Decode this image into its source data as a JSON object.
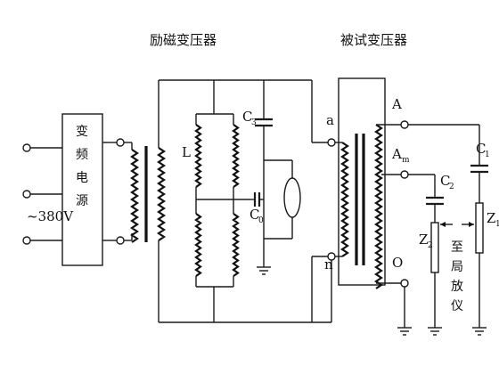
{
  "labels": {
    "excitation_transformer": "励磁变压器",
    "test_transformer": "被试变压器",
    "freq_converter": [
      "变",
      "频",
      "电",
      "源"
    ],
    "supply_voltage": "~380V",
    "to_instrument": [
      "至",
      "局",
      "放",
      "仪"
    ],
    "reactor": "L",
    "cap_c3": "C",
    "cap_c3_sub": "3",
    "cap_c0": "C",
    "cap_c0_sub": "0",
    "terminal_a": "a",
    "terminal_n": "n",
    "terminal_A": "A",
    "terminal_Am": "A",
    "terminal_Am_sub": "m",
    "terminal_O": "O",
    "cap_c1": "C",
    "cap_c1_sub": "1",
    "cap_c2": "C",
    "cap_c2_sub": "2",
    "imp_z1": "Z",
    "imp_z1_sub": "1",
    "imp_z2": "Z",
    "imp_z2_sub": "2"
  }
}
